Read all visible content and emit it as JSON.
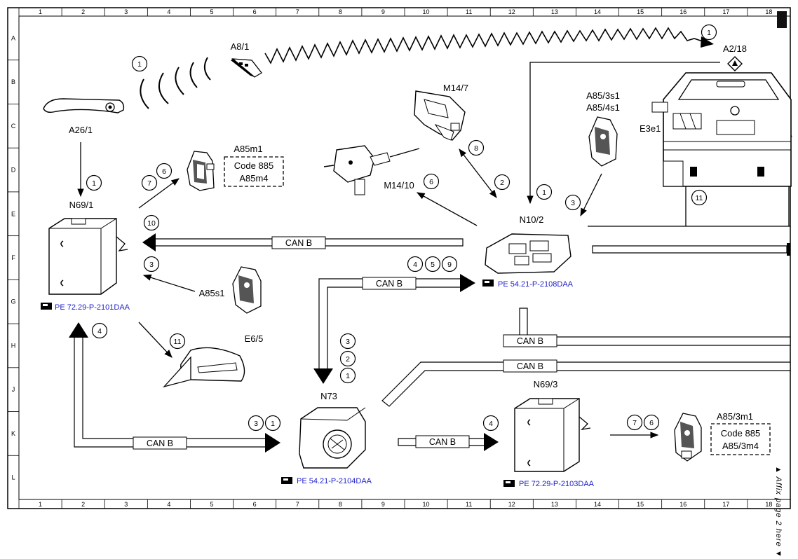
{
  "grid": {
    "columns": [
      "1",
      "2",
      "3",
      "4",
      "5",
      "6",
      "7",
      "8",
      "9",
      "10",
      "11",
      "12",
      "13",
      "14",
      "15",
      "16",
      "17",
      "18"
    ],
    "rows": [
      "A",
      "B",
      "C",
      "D",
      "E",
      "F",
      "G",
      "H",
      "J",
      "K",
      "L"
    ]
  },
  "components": {
    "a8_1": "A8/1",
    "a2_18": "A2/18",
    "m14_7": "M14/7",
    "a85_3s1": "A85/3s1",
    "a85_4s1": "A85/4s1",
    "e3e1": "E3e1",
    "a26_1": "A26/1",
    "a85m1": "A85m1",
    "code885_1": "Code 885",
    "a85m4": "A85m4",
    "m14_10": "M14/10",
    "n69_1": "N69/1",
    "n10_2": "N10/2",
    "a85s1": "A85s1",
    "e6_5": "E6/5",
    "n73": "N73",
    "n69_3": "N69/3",
    "a85_3m1": "A85/3m1",
    "code885_2": "Code 885",
    "a85_3m4": "A85/3m4"
  },
  "references": {
    "n69_1": "PE 72.29-P-2101DAA",
    "n10_2": "PE 54.21-P-2108DAA",
    "n73": "PE 54.21-P-2104DAA",
    "n69_3": "PE 72.29-P-2103DAA"
  },
  "bus_label": "CAN B",
  "steps": {
    "s_sig_left": "1",
    "s_sig_right": "1",
    "s_a26": "1",
    "s_a85m1_a": "7",
    "s_a85m1_b": "6",
    "s_m14_7_a": "8",
    "s_m14_7_b": "2",
    "s_m14_10": "6",
    "s_n10_1": "1",
    "s_a85s_3": "3",
    "s_n69_10": "10",
    "s_a85s1": "3",
    "s_n10in_4": "4",
    "s_n10in_5": "5",
    "s_n10in_9": "9",
    "s_e3e1": "11",
    "s_n69_4": "4",
    "s_e6_11": "11",
    "s_n73_3": "3",
    "s_n73_2": "2",
    "s_n73_1": "1",
    "s_n73_k3": "3",
    "s_n73_k1": "1",
    "s_n69_3_4": "4",
    "s_a85_3m1_7": "7",
    "s_a85_3m1_6": "6"
  },
  "side_note": "▲ Affix page 2 here ▼",
  "icons": [
    "key-fob-icon",
    "door-handle-icon",
    "signal-waves-icon",
    "control-unit-icon",
    "actuator-icon",
    "lock-icon",
    "mirror-icon",
    "ignition-lock-icon",
    "vehicle-rear-icon",
    "hand-pointer-icon",
    "warning-triangle-icon"
  ]
}
